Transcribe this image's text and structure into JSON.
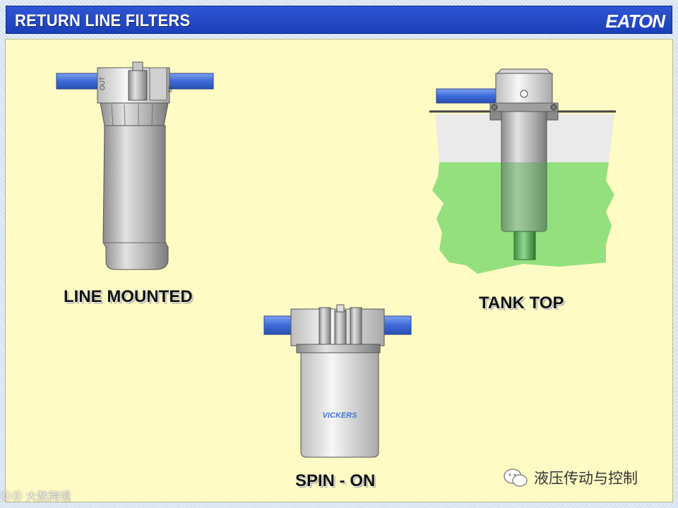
{
  "header": {
    "title": "RETURN LINE FILTERS",
    "logo": "EATON"
  },
  "filters": {
    "line_mounted": {
      "label": "LINE MOUNTED",
      "port_out": "OUT",
      "port_in": "IN"
    },
    "tank_top": {
      "label": "TANK TOP"
    },
    "spin_on": {
      "label": "SPIN - ON",
      "brand": "VICKERS"
    }
  },
  "watermarks": {
    "right": "液压传动与控制",
    "left": "大数跨境"
  },
  "colors": {
    "title_bar": "#2448c8",
    "content_bg": "#fffbc4",
    "pipe": "#4a78e0",
    "oil": "#94e07e",
    "metal": "#b8b8b8"
  }
}
